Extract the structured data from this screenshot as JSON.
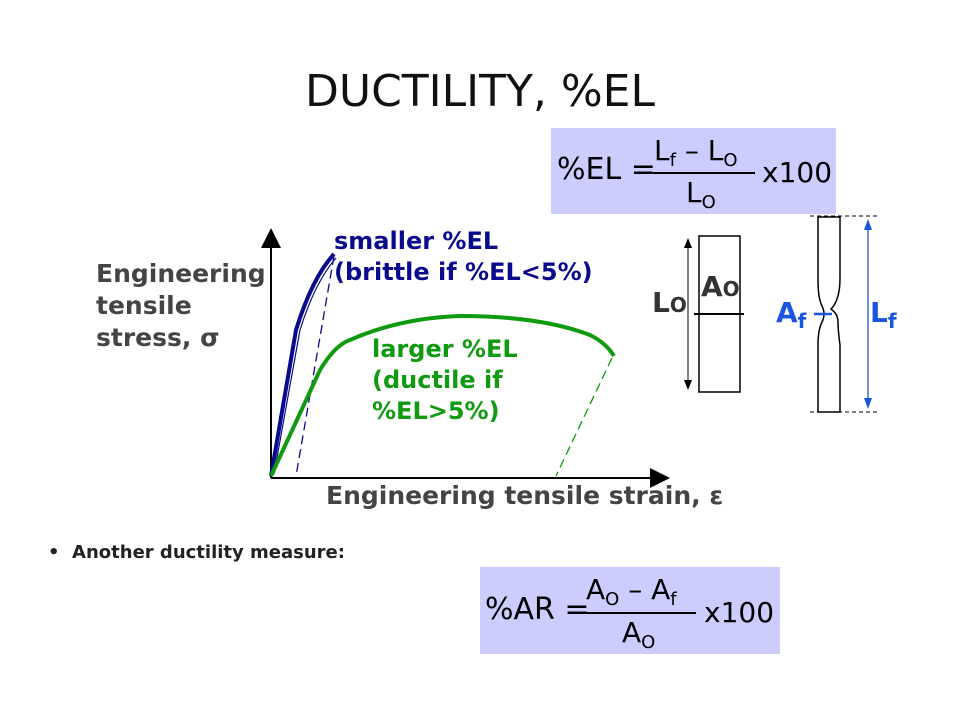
{
  "title": "DUCTILITY, %EL",
  "formula_el": {
    "lhs": "%EL =",
    "num_a": "L",
    "num_a_sub": "f",
    "num_op": "– L",
    "num_b_sub": "O",
    "den": "L",
    "den_sub": "O",
    "mult": "x100"
  },
  "y_axis_label": [
    "Engineering",
    "tensile",
    "stress, σ"
  ],
  "x_axis_label": "Engineering tensile strain, ε",
  "brittle_label": [
    "smaller %EL",
    "(brittle if %EL<5%)"
  ],
  "ductile_label": [
    "larger %EL",
    "(ductile if",
    "%EL>5%)"
  ],
  "specimen": {
    "lo": "L",
    "lo_sub": "O",
    "ao": "A",
    "ao_sub": "O",
    "af": "A",
    "af_sub": "f",
    "lf": "L",
    "lf_sub": "f"
  },
  "bullet_text": "Another ductility measure:",
  "formula_ar": {
    "lhs": "%AR =",
    "num_a": "A",
    "num_a_sub": "O",
    "num_op": "– A",
    "num_b_sub": "f",
    "den": "A",
    "den_sub": "O",
    "mult": "x100"
  },
  "colors": {
    "formula_bg": "#ccccff",
    "brittle": "#0a0a8c",
    "ductile": "#0f9a0f",
    "specimen_dim": "#1a55e0"
  }
}
